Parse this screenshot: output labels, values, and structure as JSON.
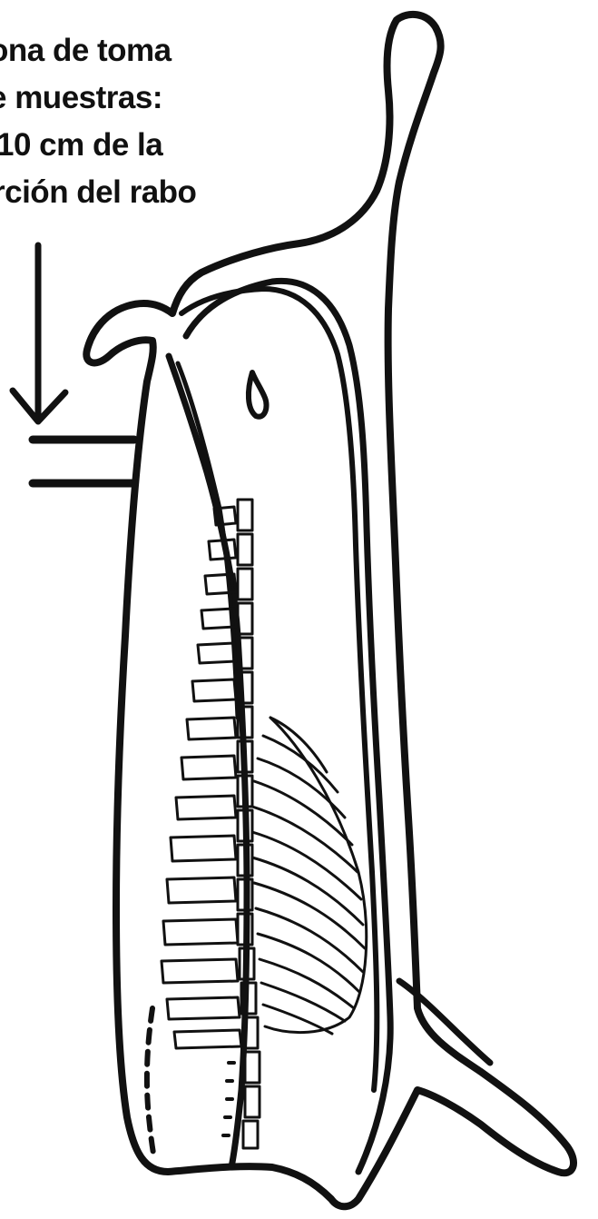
{
  "caption": {
    "line1": "ona de toma",
    "line2": "e muestras:",
    "line3": "10 cm de la",
    "line4": "rción del rabo"
  },
  "colors": {
    "ink": "#111111",
    "background": "#ffffff"
  }
}
